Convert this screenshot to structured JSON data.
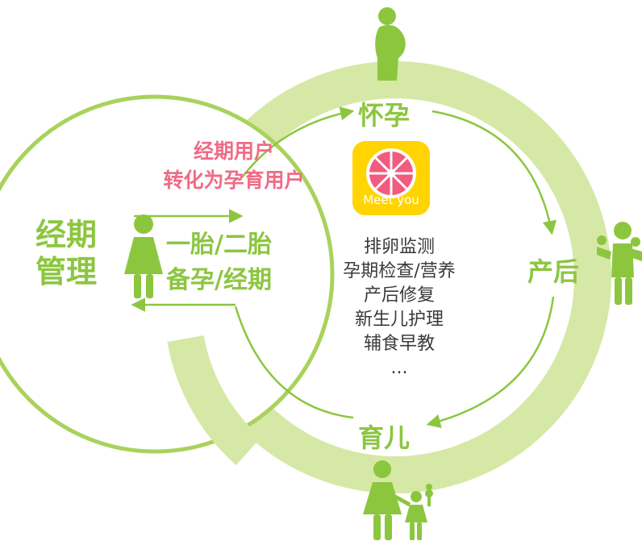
{
  "left_circle": {
    "title_line1": "经期",
    "title_line2": "管理",
    "segment_line1": "一胎/二胎",
    "segment_line2": "备孕/经期",
    "conversion_line1": "经期用户",
    "conversion_line2": "转化为孕育用户"
  },
  "stages": {
    "pregnancy": "怀孕",
    "postpartum": "产后",
    "parenting": "育儿"
  },
  "app": {
    "name": "Meet you"
  },
  "services": [
    "排卵监测",
    "孕期检查/营养",
    "产后修复",
    "新生儿护理",
    "辅食早教",
    "..."
  ],
  "colors": {
    "light_green": "#d6e8a6",
    "accent_green": "#8cc63f",
    "pink": "#f06b86",
    "app_yellow": "#ffd400",
    "grapefruit": "#f25a7e"
  }
}
